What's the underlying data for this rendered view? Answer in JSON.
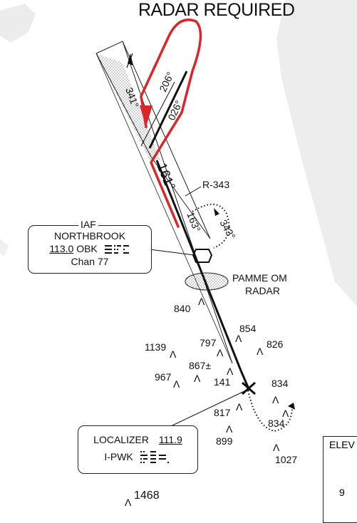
{
  "header": {
    "title": "RADAR REQUIRED"
  },
  "procedure": {
    "course_inbound": "341°",
    "holding_outbound": "206°",
    "holding_inbound": "026°",
    "final_course": "161°",
    "radial": "R-343",
    "turn_out": "163°",
    "turn_in": "343°"
  },
  "fixes": {
    "iaf": {
      "tag": "IAF",
      "name": "NORTHBROOK",
      "freq": "113.0",
      "ident": "OBK",
      "channel": "Chan 77"
    },
    "outer_marker": {
      "name_line1": "PAMME OM",
      "name_line2": "RADAR"
    },
    "localizer": {
      "label": "LOCALIZER",
      "freq": "111.9",
      "ident": "I-PWK"
    }
  },
  "obstacles": [
    "840",
    "854",
    "797",
    "826",
    "1139",
    "867±",
    "967",
    "141",
    "834",
    "817",
    "899",
    "834",
    "1027",
    "1468"
  ],
  "inset": {
    "label": "ELEV",
    "digit": "9"
  },
  "colors": {
    "pen": "#d8262b",
    "ink": "#111111",
    "land": "#ededed",
    "screen": "#b8b8b8"
  }
}
